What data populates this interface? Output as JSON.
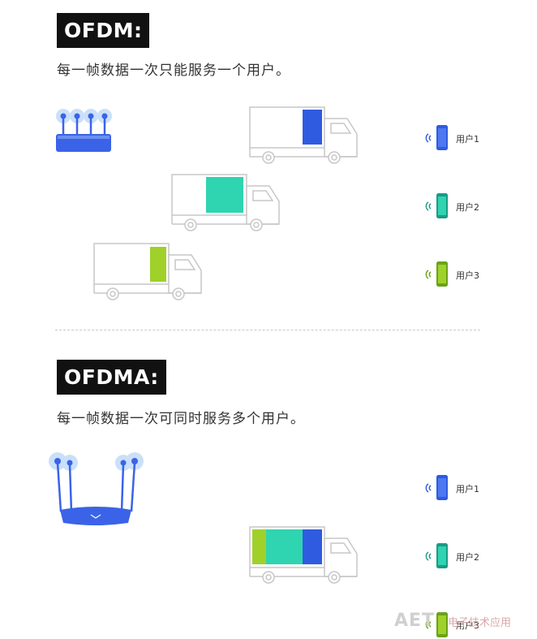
{
  "ofdm": {
    "title": "OFDM:",
    "description": "每一帧数据一次只能服务一个用户。",
    "users": [
      "用户1",
      "用户2",
      "用户3"
    ]
  },
  "ofdma": {
    "title": "OFDMA:",
    "description": "每一帧数据一次可同时服务多个用户。",
    "users": [
      "用户1",
      "用户2",
      "用户3"
    ]
  },
  "watermark": {
    "text": "AET",
    "seal": "电子技术应用"
  },
  "colors": {
    "user1": "#2f5be0",
    "user2": "#2fd4b0",
    "user3": "#9fd12a",
    "router": "#3a63e8",
    "outline": "#c7c7c7"
  },
  "icons": [
    "router-icon",
    "truck-icon",
    "phone-icon",
    "wifi-signal-icon"
  ]
}
